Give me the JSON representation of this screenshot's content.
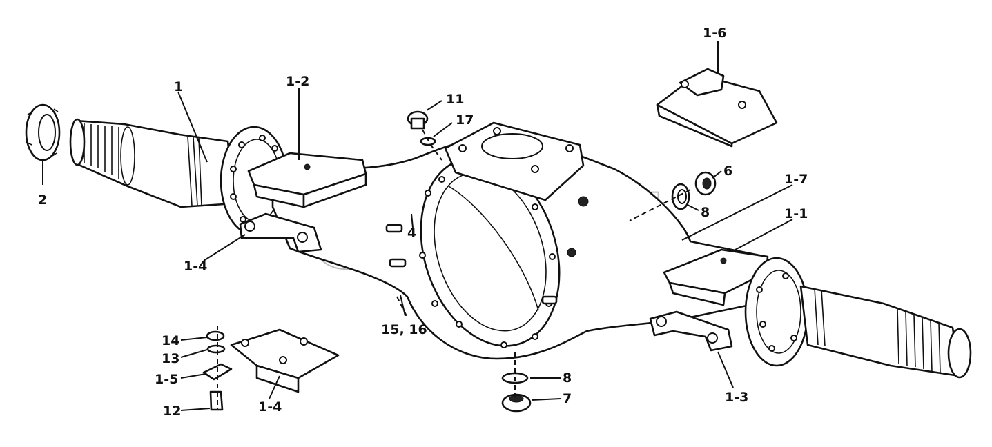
{
  "watermark": "CEJIM",
  "callouts": {
    "c1": "1",
    "c1_1": "1-1",
    "c1_2": "1-2",
    "c1_3": "1-3",
    "c1_4_left": "1-4",
    "c1_4_detail": "1-4",
    "c1_5": "1-5",
    "c1_6": "1-6",
    "c1_7": "1-7",
    "c2": "2",
    "c4": "4",
    "c6": "6",
    "c7": "7",
    "c8_top": "8",
    "c8_bottom": "8",
    "c11": "11",
    "c12": "12",
    "c13": "13",
    "c14": "14",
    "c15_16": "15, 16",
    "c17": "17"
  }
}
